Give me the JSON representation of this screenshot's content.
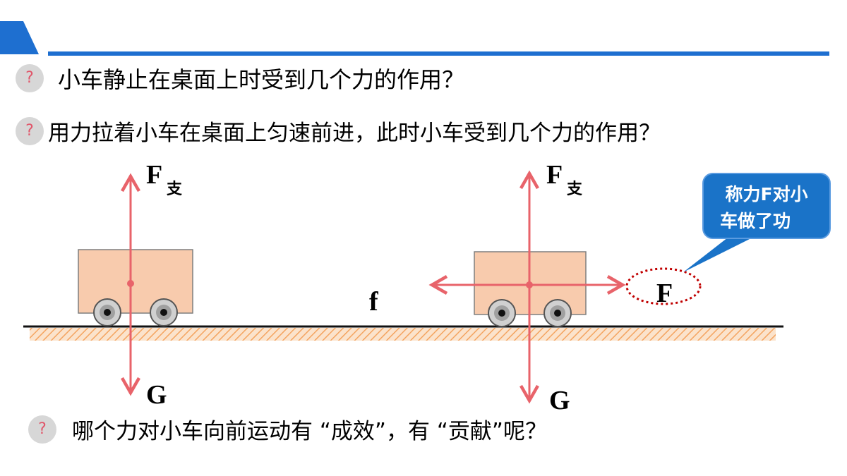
{
  "questions": [
    {
      "icon": "?",
      "text": "小车静止在桌面上时受到几个力的作用？"
    },
    {
      "icon": "?",
      "text": "用力拉着小车在桌面上匀速前进，此时小车受到几个力的作用？"
    },
    {
      "icon": "?",
      "text": "哪个力对小车向前运动有 “成效”，有 “贡献”呢？"
    }
  ],
  "diagram": {
    "left_cart": {
      "support_label": "F",
      "support_sub": "支",
      "gravity_label": "G"
    },
    "right_cart": {
      "support_label": "F",
      "support_sub": "支",
      "gravity_label": "G",
      "friction_label": "f",
      "pull_label": "F"
    },
    "callout": {
      "line1": "称力F对小",
      "line2": "车做了功"
    }
  },
  "colors": {
    "accent_blue": "#1e6fd0",
    "arrow_red": "#e8636a",
    "cart_fill": "#f8cbad",
    "ground_hatch": "#f4a460",
    "callout_fill": "#1a73c8",
    "ellipse": "#c00000"
  }
}
